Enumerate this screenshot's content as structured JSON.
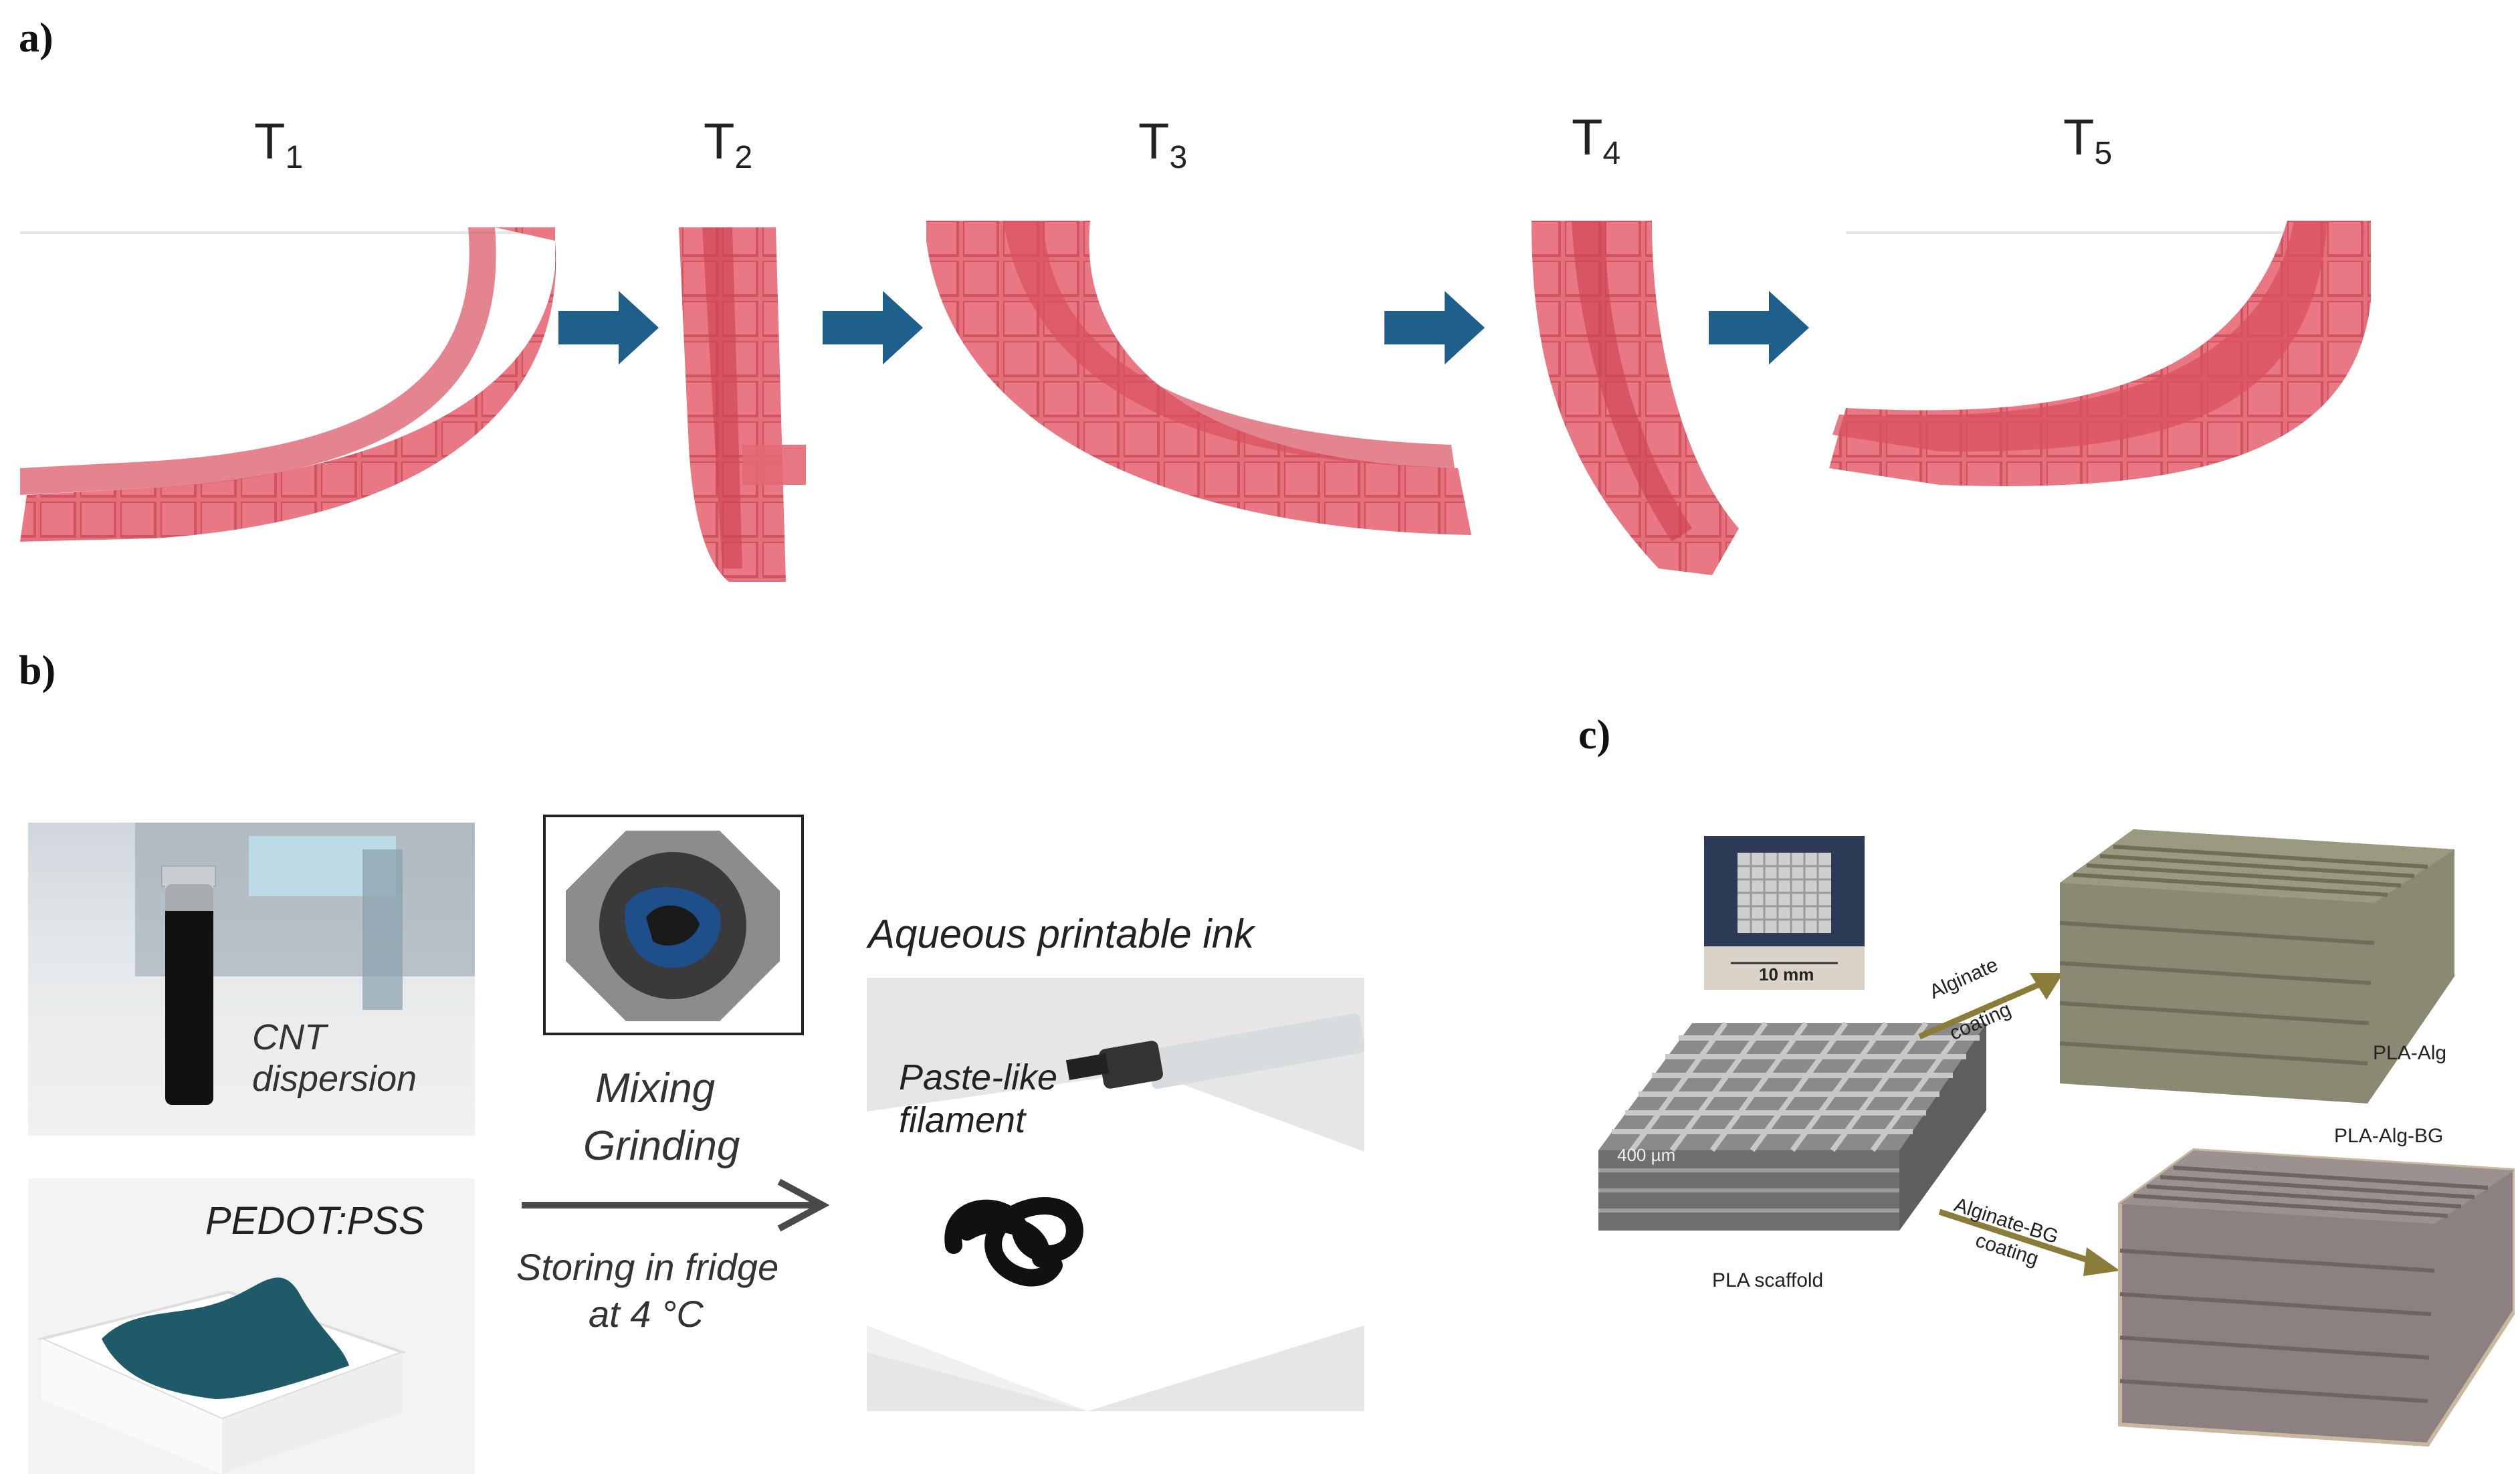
{
  "panel_a": {
    "letter": "a)",
    "stages": [
      {
        "main": "T",
        "sub": "1"
      },
      {
        "main": "T",
        "sub": "2"
      },
      {
        "main": "T",
        "sub": "3"
      },
      {
        "main": "T",
        "sub": "4"
      },
      {
        "main": "T",
        "sub": "5"
      }
    ],
    "colors": {
      "gel": "#e0606e",
      "gel_dark": "#c8404e",
      "arrow": "#1f5f8b"
    }
  },
  "panel_b": {
    "letter": "b)",
    "cnt_label_1": "CNT",
    "cnt_label_2": "dispersion",
    "pedot_label": "PEDOT:PSS",
    "ink_title": "Aqueous printable ink",
    "mixing": "Mixing",
    "grinding": "Grinding",
    "storing_1": "Storing in fridge",
    "storing_2": "at 4 °C",
    "paste_1": "Paste-like",
    "paste_2": "filament",
    "colors": {
      "pedot": "#1f5a68",
      "ink": "#111111"
    }
  },
  "panel_c": {
    "letter": "c)",
    "scale_bar": "10 mm",
    "pla_scaffold": "PLA scaffold",
    "dim_label": "400 µm",
    "arrow_top_1": "Alginate",
    "arrow_top_2": "coating",
    "arrow_bottom_1": "Alginate-BG",
    "arrow_bottom_2": "coating",
    "pla_alg": "PLA-Alg",
    "pla_alg_bg": "PLA-Alg-BG",
    "colors": {
      "scaffold": "#6f6f6f",
      "alg": "#8a8a72",
      "alg_bg": "#8c8080",
      "arrow": "#8a7d3a"
    }
  }
}
